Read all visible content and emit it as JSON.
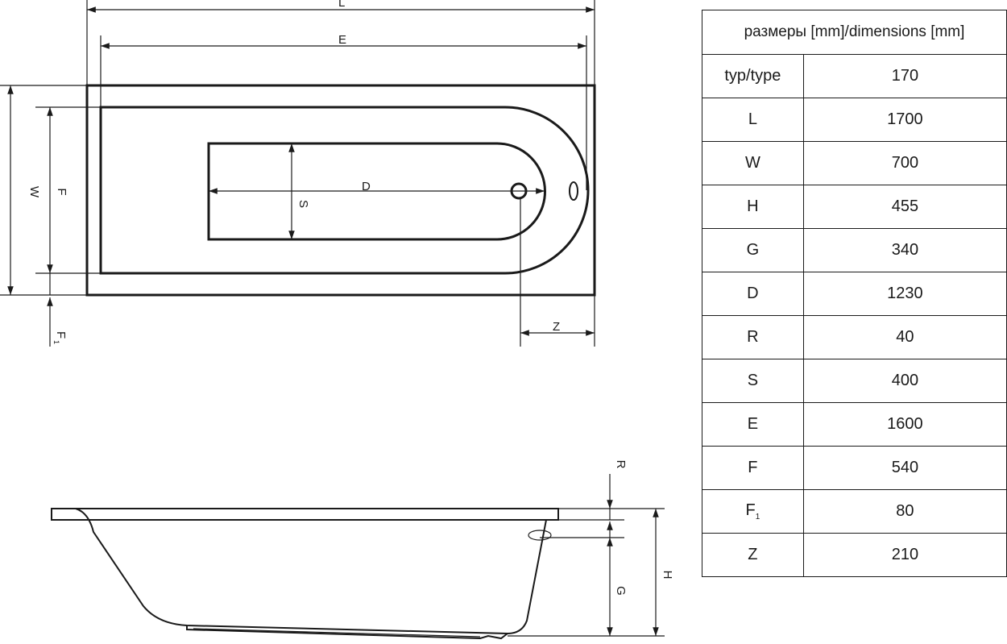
{
  "drawing": {
    "top_view_labels": {
      "L": "L",
      "E": "E",
      "W": "W",
      "F": "F",
      "F1_base": "F",
      "F1_sub": "1",
      "S": "S",
      "D": "D",
      "Z": "Z"
    },
    "side_view_labels": {
      "R": "R",
      "G": "G",
      "H": "H"
    }
  },
  "table": {
    "header": "размеры [mm]/dimensions [mm]",
    "rows": [
      {
        "key": "typ/type",
        "value": "170"
      },
      {
        "key": "L",
        "value": "1700"
      },
      {
        "key": "W",
        "value": "700"
      },
      {
        "key": "H",
        "value": "455"
      },
      {
        "key": "G",
        "value": "340"
      },
      {
        "key": "D",
        "value": "1230"
      },
      {
        "key": "R",
        "value": "40"
      },
      {
        "key": "S",
        "value": "400"
      },
      {
        "key": "E",
        "value": "1600"
      },
      {
        "key": "F",
        "value": "540"
      },
      {
        "key": "F",
        "sub": "1",
        "value": "80"
      },
      {
        "key": "Z",
        "value": "210"
      }
    ]
  }
}
